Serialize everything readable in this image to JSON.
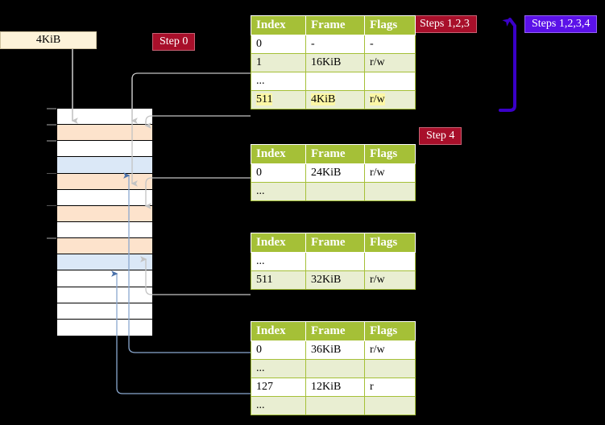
{
  "labels": {
    "memory_size": "4KiB",
    "step0": "Step 0",
    "steps123": "Steps 1,2,3",
    "steps1234": "Steps 1,2,3,4",
    "step4": "Step 4"
  },
  "colors": {
    "badge_red": "#a80f2a",
    "badge_blue": "#5b11e8",
    "table_header": "#a5c037",
    "table_alt_row": "#e9eed2",
    "highlight": "#fcf7a6",
    "block_peach": "#fde3cc",
    "block_blue": "#dbe8f7",
    "memory_box": "#fdf3d9",
    "connector_gray": "#b9b9b9",
    "connector_blue": "#8aa8cf",
    "arrow_purple": "#5b11e8"
  },
  "tables": [
    {
      "id": "level-1-page-table",
      "headers": [
        "Index",
        "Frame",
        "Flags"
      ],
      "rows": [
        {
          "cells": [
            "0",
            "-",
            "-"
          ],
          "alt": false,
          "highlight": false
        },
        {
          "cells": [
            "1",
            "16KiB",
            "r/w"
          ],
          "alt": true,
          "highlight": false
        },
        {
          "cells": [
            "...",
            "",
            ""
          ],
          "alt": false,
          "highlight": false
        },
        {
          "cells": [
            "511",
            "4KiB",
            "r/w"
          ],
          "alt": true,
          "highlight": true
        }
      ]
    },
    {
      "id": "level-2-page-table",
      "headers": [
        "Index",
        "Frame",
        "Flags"
      ],
      "rows": [
        {
          "cells": [
            "0",
            "24KiB",
            "r/w"
          ],
          "alt": false,
          "highlight": false
        },
        {
          "cells": [
            "...",
            "",
            ""
          ],
          "alt": true,
          "highlight": false
        }
      ]
    },
    {
      "id": "level-3-page-table",
      "headers": [
        "Index",
        "Frame",
        "Flags"
      ],
      "rows": [
        {
          "cells": [
            "...",
            "",
            ""
          ],
          "alt": false,
          "highlight": false
        },
        {
          "cells": [
            "511",
            "32KiB",
            "r/w"
          ],
          "alt": true,
          "highlight": false
        }
      ]
    },
    {
      "id": "level-4-page-table",
      "headers": [
        "Index",
        "Frame",
        "Flags"
      ],
      "rows": [
        {
          "cells": [
            "0",
            "36KiB",
            "r/w"
          ],
          "alt": false,
          "highlight": false
        },
        {
          "cells": [
            "...",
            "",
            ""
          ],
          "alt": true,
          "highlight": false
        },
        {
          "cells": [
            "127",
            "12KiB",
            "r"
          ],
          "alt": false,
          "highlight": false
        },
        {
          "cells": [
            "...",
            "",
            ""
          ],
          "alt": true,
          "highlight": false
        }
      ]
    }
  ],
  "memory_blocks": [
    {
      "index": 0,
      "fill": "white",
      "tick": true
    },
    {
      "index": 1,
      "fill": "peach",
      "tick": true
    },
    {
      "index": 2,
      "fill": "white",
      "tick": true
    },
    {
      "index": 3,
      "fill": "blue",
      "tick": false
    },
    {
      "index": 4,
      "fill": "peach",
      "tick": true
    },
    {
      "index": 5,
      "fill": "white",
      "tick": false
    },
    {
      "index": 6,
      "fill": "peach",
      "tick": true
    },
    {
      "index": 7,
      "fill": "white",
      "tick": false
    },
    {
      "index": 8,
      "fill": "peach",
      "tick": true
    },
    {
      "index": 9,
      "fill": "blue",
      "tick": false
    },
    {
      "index": 10,
      "fill": "white",
      "tick": false
    },
    {
      "index": 11,
      "fill": "white",
      "tick": false
    },
    {
      "index": 12,
      "fill": "white",
      "tick": false
    },
    {
      "index": 13,
      "fill": "white",
      "tick": false
    }
  ]
}
